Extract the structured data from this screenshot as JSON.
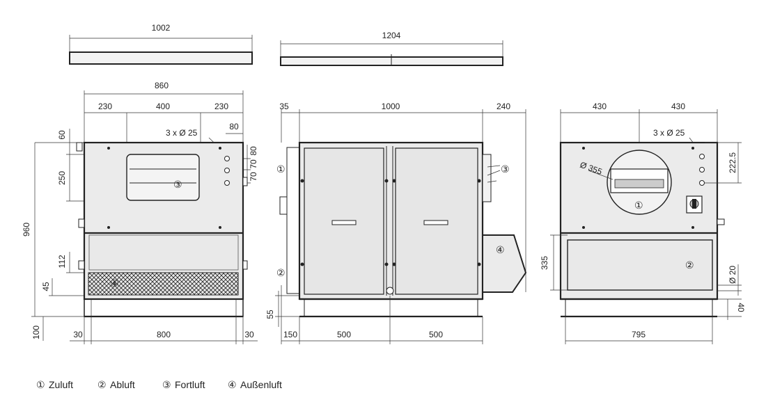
{
  "dimensions": {
    "top_w1": "1002",
    "top_w2": "1204",
    "front_total": "860",
    "front_a": "230",
    "front_b": "400",
    "front_c": "230",
    "front_80": "80",
    "front_holes": "3  x Ø 25",
    "front_60": "60",
    "front_250": "250",
    "front_80v": "80",
    "front_70a": "70",
    "front_70b": "70",
    "front_960": "960",
    "front_112": "112",
    "front_45": "45",
    "front_100": "100",
    "front_30l": "30",
    "front_800": "800",
    "front_30r": "30",
    "side_35": "35",
    "side_1000": "1000",
    "side_240": "240",
    "side_55": "55",
    "side_150": "150",
    "side_500a": "500",
    "side_500b": "500",
    "right_430a": "430",
    "right_430b": "430",
    "right_holes": "3  x Ø 25",
    "right_355": "Ø 355",
    "right_222": "222.5",
    "right_335": "335",
    "right_20": "Ø 20",
    "right_40": "40",
    "right_795": "795"
  },
  "markers": {
    "m1": "①",
    "m2": "②",
    "m3": "③",
    "m4": "④"
  },
  "legend": [
    {
      "num": "①",
      "label": "Zuluft"
    },
    {
      "num": "②",
      "label": "Abluft"
    },
    {
      "num": "③",
      "label": "Fortluft"
    },
    {
      "num": "④",
      "label": "Außenluft"
    }
  ]
}
